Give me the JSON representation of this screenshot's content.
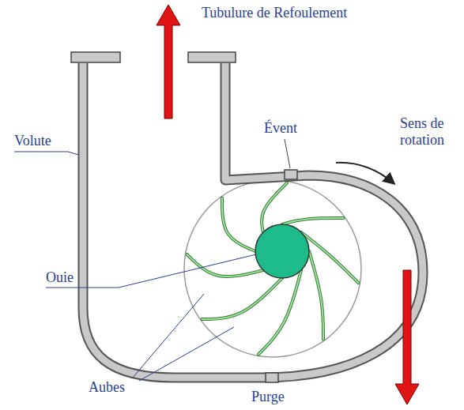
{
  "diagram": {
    "labels": [
      "Tubulure de Refoulement",
      "Évent",
      "Sens de rotation",
      "Volute",
      "Ouie",
      "Aubes",
      "Purge"
    ]
  }
}
